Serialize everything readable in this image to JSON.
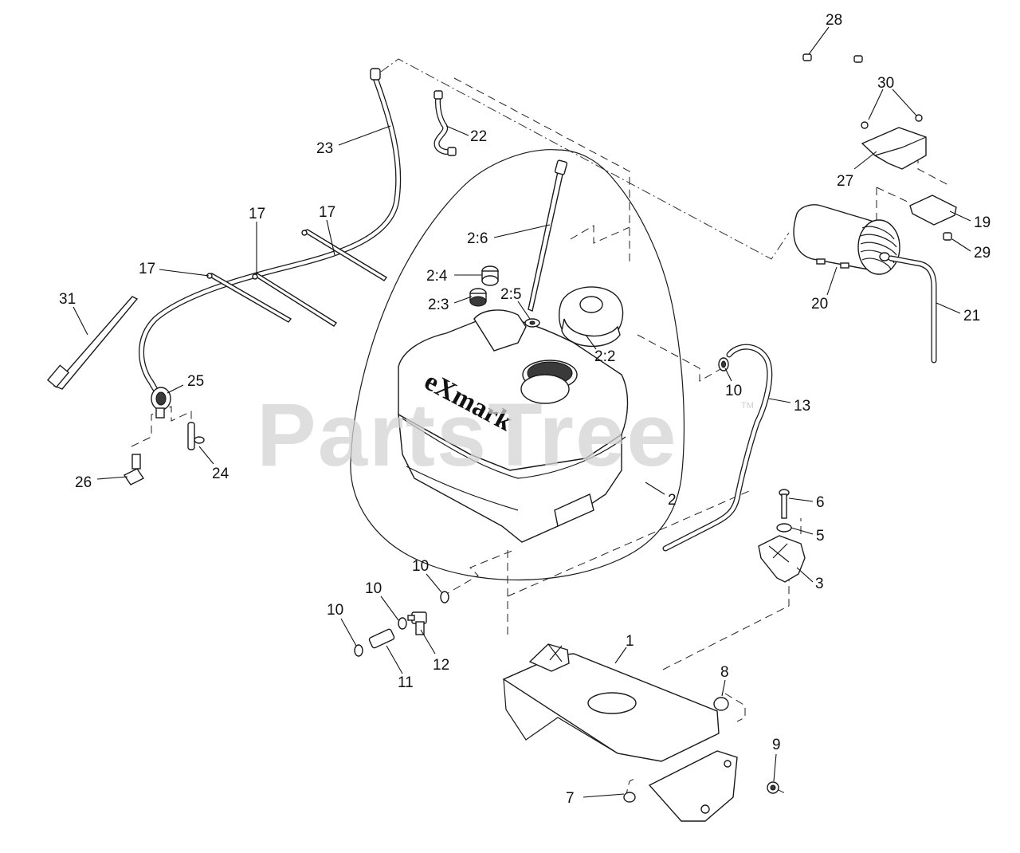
{
  "diagram": {
    "watermark": "PartsTree",
    "watermark_tm": "TM",
    "brand_logo": "eXmark",
    "callouts": [
      {
        "id": "c28",
        "label": "28"
      },
      {
        "id": "c30",
        "label": "30"
      },
      {
        "id": "c27",
        "label": "27"
      },
      {
        "id": "c19",
        "label": "19"
      },
      {
        "id": "c29",
        "label": "29"
      },
      {
        "id": "c20",
        "label": "20"
      },
      {
        "id": "c21",
        "label": "21"
      },
      {
        "id": "c23",
        "label": "23"
      },
      {
        "id": "c22",
        "label": "22"
      },
      {
        "id": "c17a",
        "label": "17"
      },
      {
        "id": "c17b",
        "label": "17"
      },
      {
        "id": "c17c",
        "label": "17"
      },
      {
        "id": "c31",
        "label": "31"
      },
      {
        "id": "c25",
        "label": "25"
      },
      {
        "id": "c24",
        "label": "24"
      },
      {
        "id": "c26",
        "label": "26"
      },
      {
        "id": "c2_6",
        "label": "2:6"
      },
      {
        "id": "c2_4",
        "label": "2:4"
      },
      {
        "id": "c2_3",
        "label": "2:3"
      },
      {
        "id": "c2_5",
        "label": "2:5"
      },
      {
        "id": "c2_2",
        "label": "2:2"
      },
      {
        "id": "c10a",
        "label": "10"
      },
      {
        "id": "c13",
        "label": "13"
      },
      {
        "id": "c2",
        "label": "2"
      },
      {
        "id": "c6",
        "label": "6"
      },
      {
        "id": "c5",
        "label": "5"
      },
      {
        "id": "c3",
        "label": "3"
      },
      {
        "id": "c10b",
        "label": "10"
      },
      {
        "id": "c10c",
        "label": "10"
      },
      {
        "id": "c10d",
        "label": "10"
      },
      {
        "id": "c12",
        "label": "12"
      },
      {
        "id": "c11",
        "label": "11"
      },
      {
        "id": "c1",
        "label": "1"
      },
      {
        "id": "c8",
        "label": "8"
      },
      {
        "id": "c9",
        "label": "9"
      },
      {
        "id": "c7",
        "label": "7"
      }
    ]
  }
}
